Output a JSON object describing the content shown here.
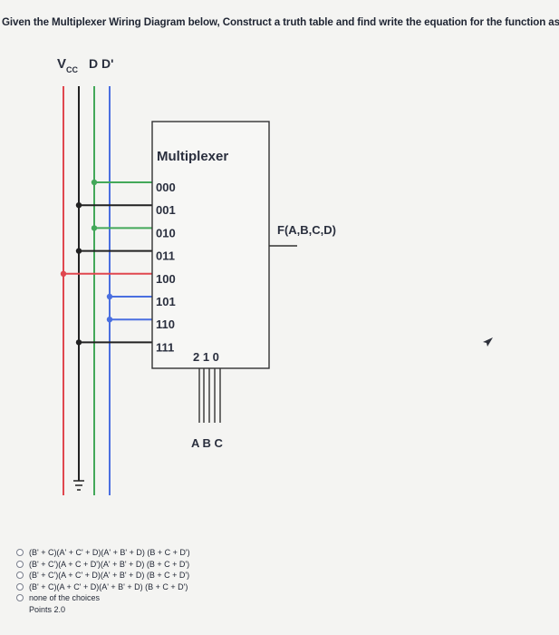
{
  "question": "Given the Multiplexer Wiring Diagram below, Construct a truth table and find write the equation for the function as POS",
  "diagram": {
    "vcc_main": "V",
    "vcc_sub": "CC",
    "d_label": "D",
    "dprime_label": "D'",
    "mux_title": "Multiplexer",
    "inputs": [
      "000",
      "001",
      "010",
      "011",
      "100",
      "101",
      "110",
      "111"
    ],
    "select_label": "2 1 0",
    "select_inputs": "A B C",
    "output_label": "F(A,B,C,D)",
    "colors": {
      "vcc": "#e0474f",
      "ground": "#222222",
      "d": "#43a85a",
      "dprime": "#4a6fe0"
    },
    "connections": [
      "d",
      "ground",
      "d",
      "ground",
      "vcc",
      "dprime",
      "dprime",
      "ground"
    ]
  },
  "choices": [
    "(B' + C)(A' + C' + D)(A' + B' + D) (B + C + D')",
    "(B' + C')(A + C + D')(A' + B' + D) (B + C + D')",
    "(B' + C')(A + C' + D)(A' + B' + D) (B + C + D')",
    "(B' + C)(A + C' + D)(A' + B' + D) (B + C + D')",
    "none of the choices"
  ],
  "points": "Points 2.0"
}
